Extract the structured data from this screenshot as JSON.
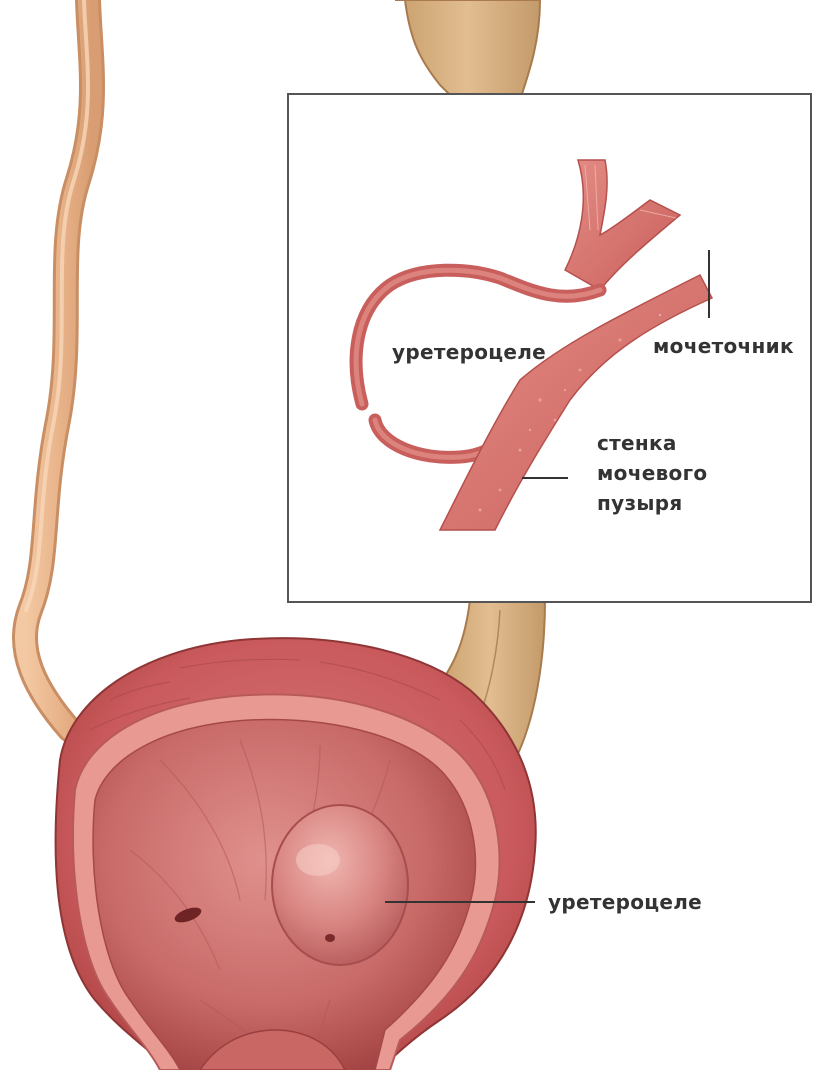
{
  "labels": {
    "inset_ureterocele": "уретероцеле",
    "inset_ureter": "мочеточник",
    "inset_wall": [
      "стенка",
      "мочевого",
      "пузыря"
    ],
    "bladder_ureterocele": "уретероцеле"
  },
  "colors": {
    "ureter": "#e9b48a",
    "ureter_right": "#d9b184",
    "bladder_outer": "#c8575a",
    "bladder_inner": "#d77a78",
    "bladder_rim": "#e89a92",
    "cyst": "#d98683",
    "inset_wall": "#d7716b",
    "leader_line": "#333333",
    "inset_border": "#555555"
  }
}
